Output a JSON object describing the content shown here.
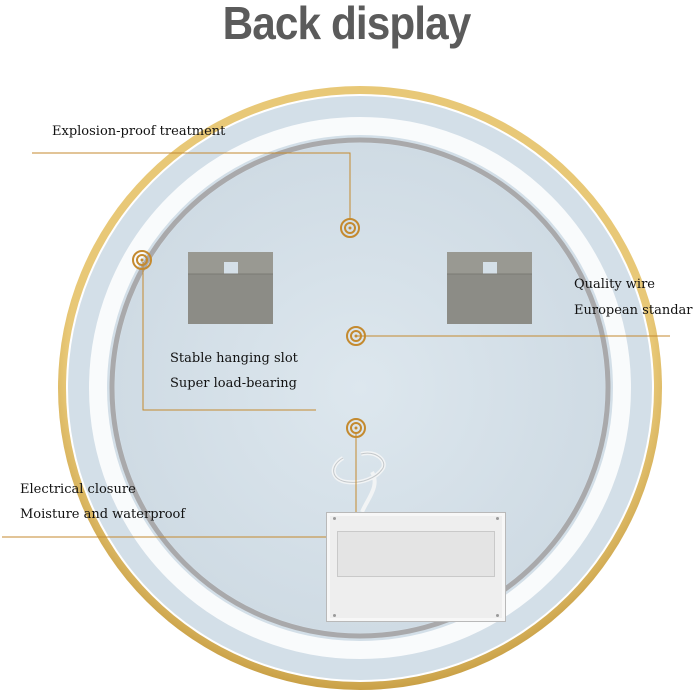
{
  "title": "Back display",
  "callouts": {
    "explosion": "Explosion-proof treatment",
    "wire_line1": "Quality wire",
    "wire_line2": "European standard",
    "slot_line1": "Stable hanging slot",
    "slot_line2": "Super load-bearing",
    "electrical_line1": "Electrical closure",
    "electrical_line2": "Moisture and waterproof"
  },
  "colors": {
    "frame_gold": "#d6ad55",
    "mirror_blue": "#d5e1e9",
    "inner_ring": "#a9a9ab",
    "bracket_gray": "#8f8f89",
    "callout_line": "#c48a2f",
    "title_gray": "#5b5b5b"
  }
}
